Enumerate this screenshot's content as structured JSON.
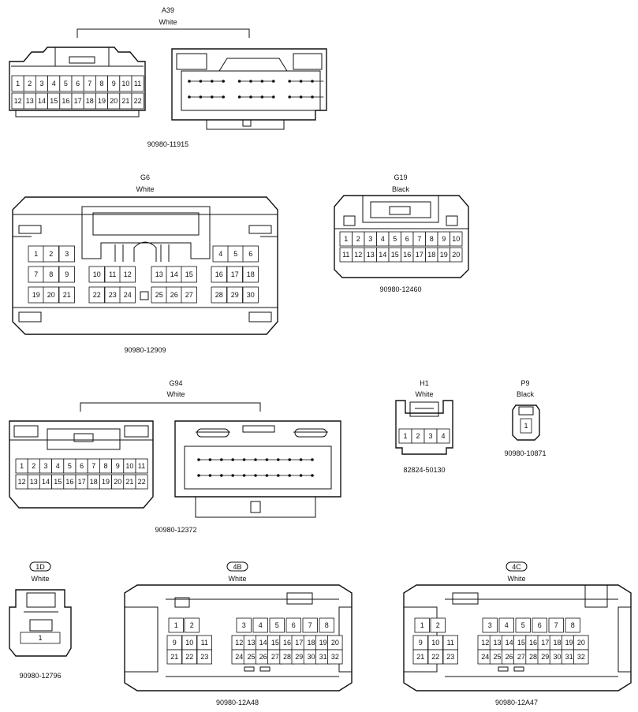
{
  "connectors": [
    {
      "id": "A39",
      "code": "A39",
      "color": "White",
      "part": "90980-11915",
      "rows": [
        [
          "1",
          "2",
          "3",
          "4",
          "5",
          "6",
          "7",
          "8",
          "9",
          "10",
          "11"
        ],
        [
          "12",
          "13",
          "14",
          "15",
          "16",
          "17",
          "18",
          "19",
          "20",
          "21",
          "22"
        ]
      ]
    },
    {
      "id": "G6",
      "code": "G6",
      "color": "White",
      "part": "90980-12909",
      "rows": [
        [
          "1",
          "2",
          "3",
          "4",
          "5",
          "6"
        ],
        [
          "7",
          "8",
          "9",
          "10",
          "11",
          "12",
          "13",
          "14",
          "15",
          "16",
          "17",
          "18"
        ],
        [
          "19",
          "20",
          "21",
          "22",
          "23",
          "24",
          "25",
          "26",
          "27",
          "28",
          "29",
          "30"
        ]
      ]
    },
    {
      "id": "G19",
      "code": "G19",
      "color": "Black",
      "part": "90980-12460",
      "rows": [
        [
          "1",
          "2",
          "3",
          "4",
          "5",
          "6",
          "7",
          "8",
          "9",
          "10"
        ],
        [
          "11",
          "12",
          "13",
          "14",
          "15",
          "16",
          "17",
          "18",
          "19",
          "20"
        ]
      ]
    },
    {
      "id": "G94",
      "code": "G94",
      "color": "White",
      "part": "90980-12372",
      "rows": [
        [
          "1",
          "2",
          "3",
          "4",
          "5",
          "6",
          "7",
          "8",
          "9",
          "10",
          "11"
        ],
        [
          "12",
          "13",
          "14",
          "15",
          "16",
          "17",
          "18",
          "19",
          "20",
          "21",
          "22"
        ]
      ]
    },
    {
      "id": "H1",
      "code": "H1",
      "color": "White",
      "part": "82824-50130",
      "rows": [
        [
          "1",
          "2",
          "3",
          "4"
        ]
      ]
    },
    {
      "id": "P9",
      "code": "P9",
      "color": "Black",
      "part": "90980-10871",
      "rows": [
        [
          "1"
        ]
      ]
    },
    {
      "id": "1D",
      "code": "1D",
      "color": "White",
      "part": "90980-12796",
      "rows": [
        [
          "1"
        ]
      ]
    },
    {
      "id": "4B",
      "code": "4B",
      "color": "White",
      "part": "90980-12A48",
      "rows": [
        [
          "1",
          "2",
          "3",
          "4",
          "5",
          "6",
          "7",
          "8"
        ],
        [
          "9",
          "10",
          "11",
          "12",
          "13",
          "14",
          "15",
          "16",
          "17",
          "18",
          "19",
          "20"
        ],
        [
          "21",
          "22",
          "23",
          "24",
          "25",
          "26",
          "27",
          "28",
          "29",
          "30",
          "31",
          "32"
        ]
      ]
    },
    {
      "id": "4C",
      "code": "4C",
      "color": "White",
      "part": "90980-12A47",
      "rows": [
        [
          "1",
          "2",
          "3",
          "4",
          "5",
          "6",
          "7",
          "8"
        ],
        [
          "9",
          "10",
          "11",
          "12",
          "13",
          "14",
          "15",
          "16",
          "17",
          "18",
          "19",
          "20"
        ],
        [
          "21",
          "22",
          "23",
          "24",
          "25",
          "26",
          "27",
          "28",
          "29",
          "30",
          "31",
          "32"
        ]
      ]
    }
  ]
}
